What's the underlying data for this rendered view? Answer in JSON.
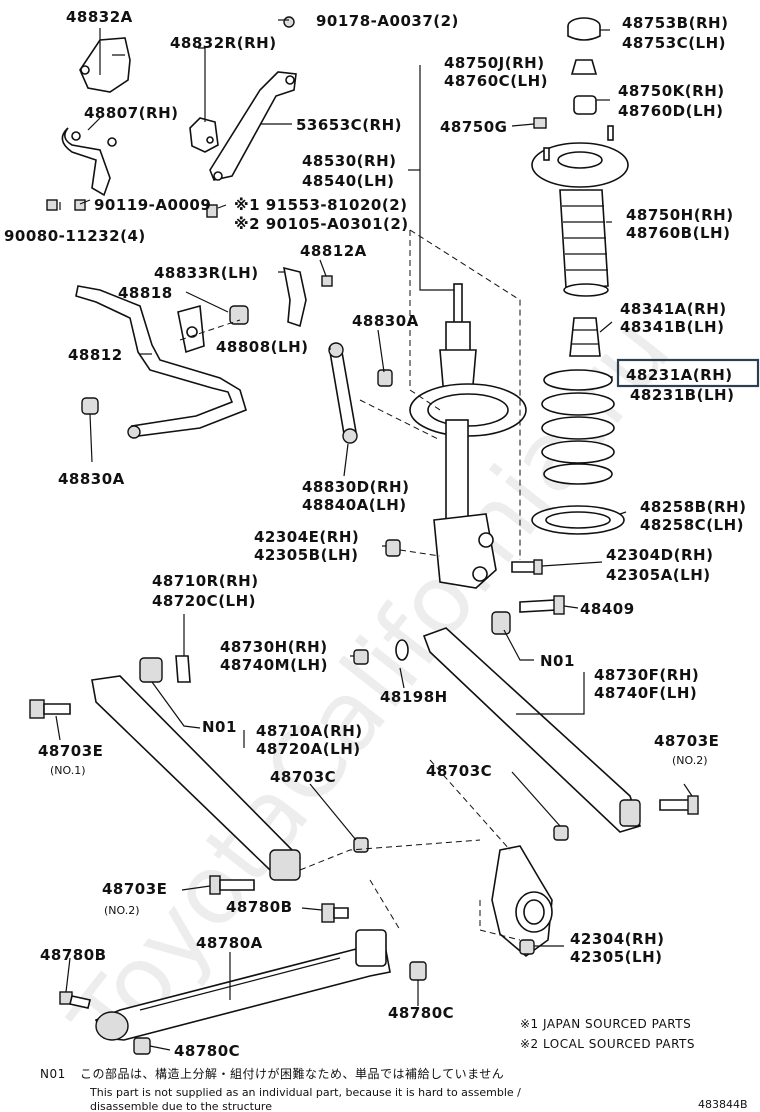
{
  "labels": {
    "p48832A": "48832A",
    "p90178": "90178-A0037(2)",
    "p48832R": "48832R(RH)",
    "p48807": "48807(RH)",
    "p53653C": "53653C(RH)",
    "p90119": "90119-A0009",
    "p90080": "90080-11232(4)",
    "p91553": "※1 91553-81020(2)",
    "p90105": "※2 90105-A0301(2)",
    "p48750J": "48750J(RH)",
    "p48760C": "48760C(LH)",
    "p48530": "48530(RH)",
    "p48540": "48540(LH)",
    "p48753B": "48753B(RH)",
    "p48753C": "48753C(LH)",
    "p48750K": "48750K(RH)",
    "p48760D": "48760D(LH)",
    "p48750G": "48750G",
    "p48750H": "48750H(RH)",
    "p48760B": "48760B(LH)",
    "p48341A": "48341A(RH)",
    "p48341B": "48341B(LH)",
    "p48231A": "48231A(RH)",
    "p48231B": "48231B(LH)",
    "p48258B": "48258B(RH)",
    "p48258C": "48258C(LH)",
    "p48812A": "48812A",
    "p48833R": "48833R(LH)",
    "p48818": "48818",
    "p48812": "48812",
    "p48808": "48808(LH)",
    "p48830A_top": "48830A",
    "p48830A_left": "48830A",
    "p48830D": "48830D(RH)",
    "p48840A": "48840A(LH)",
    "p42304E": "42304E(RH)",
    "p42305B": "42305B(LH)",
    "p42304D": "42304D(RH)",
    "p42305A": "42305A(LH)",
    "p48409": "48409",
    "p48710R": "48710R(RH)",
    "p48720C": "48720C(LH)",
    "p48730H": "48730H(RH)",
    "p48740M": "48740M(LH)",
    "pN01_right": "N01",
    "p48730F": "48730F(RH)",
    "p48740F": "48740F(LH)",
    "p48198H": "48198H",
    "pN01_left": "N01",
    "p48710A": "48710A(RH)",
    "p48720A": "48720A(LH)",
    "p48703E_left": "48703E",
    "pNO1": "(NO.1)",
    "p48703E_right": "48703E",
    "pNO2_right": "(NO.2)",
    "p48703C_mid": "48703C",
    "p48703C_right": "48703C",
    "p48703E_mid": "48703E",
    "pNO2_mid": "(NO.2)",
    "p48780B_mid": "48780B",
    "p42304": "42304(RH)",
    "p42305": "42305(LH)",
    "p48780B_left": "48780B",
    "p48780A": "48780A",
    "p48780C_mid": "48780C",
    "p48780C_bottom": "48780C"
  },
  "notes": {
    "japan": "※1 JAPAN SOURCED PARTS",
    "local": "※2 LOCAL SOURCED PARTS",
    "n01_code": "N01",
    "n01_jp": "この部品は、構造上分解・組付けが困難なため、単品では補給していません",
    "n01_en1": "This part is not supplied as an individual part, because it is hard to assemble /",
    "n01_en2": "disassemble due to the structure"
  },
  "figure_id": "483844B",
  "watermark": "ToyotaCalifornia.ru",
  "highlight": {
    "part": "48231A(RH)",
    "color": "#2c3e50"
  }
}
